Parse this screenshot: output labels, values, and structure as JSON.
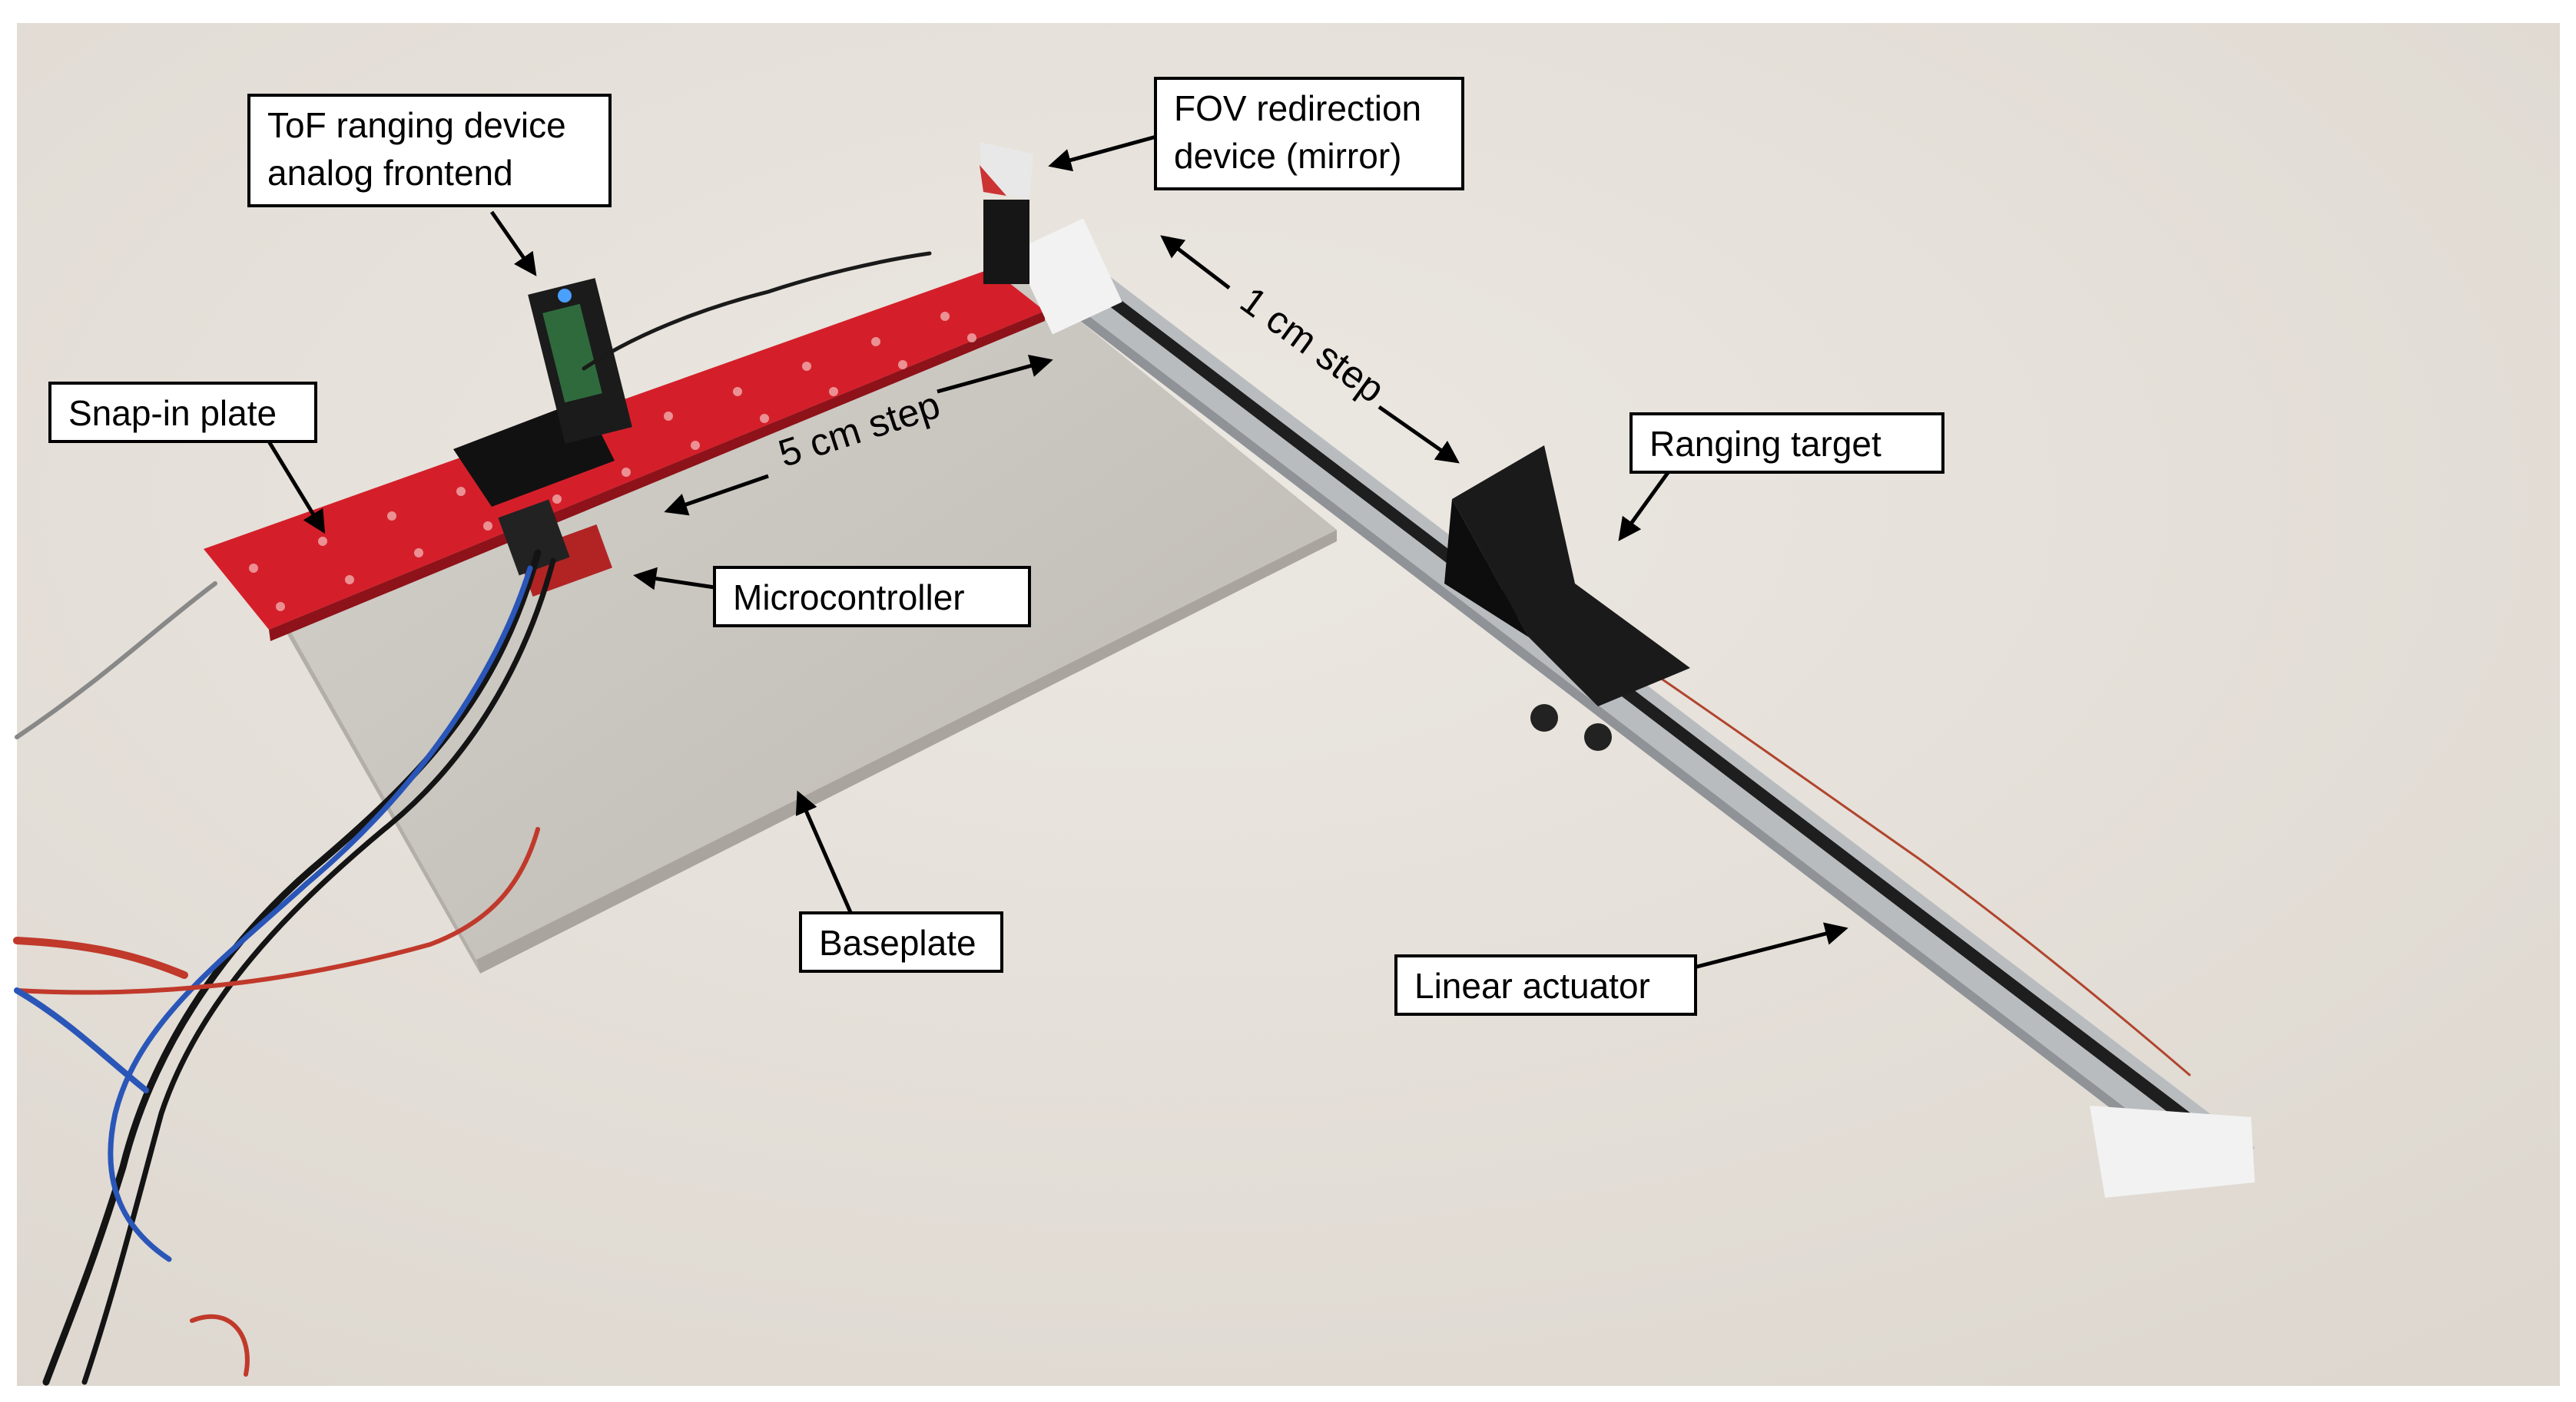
{
  "figure": {
    "background_color": "#ffffff",
    "floor_color": "#e6e1da",
    "callouts": {
      "tof_frontend": [
        "ToF ranging device",
        "analog frontend"
      ],
      "fov_redirection": [
        "FOV redirection",
        "device (mirror)"
      ],
      "snap_in_plate": "Snap-in plate",
      "ranging_target": "Ranging target",
      "microcontroller": "Microcontroller",
      "baseplate": "Baseplate",
      "linear_actuator": "Linear actuator"
    },
    "step_labels": {
      "plate_step": "5 cm step",
      "rail_step": "1 cm step"
    },
    "colors": {
      "snap_in_plate": "#d41f2a",
      "baseplate": "#c9c6bf",
      "rail": "#b9bcbf",
      "belt": "#1e1e1e",
      "target": "#1a1a1a",
      "wire_red": "#c0392b",
      "wire_blue": "#2a56b8",
      "wire_black": "#141414"
    }
  }
}
